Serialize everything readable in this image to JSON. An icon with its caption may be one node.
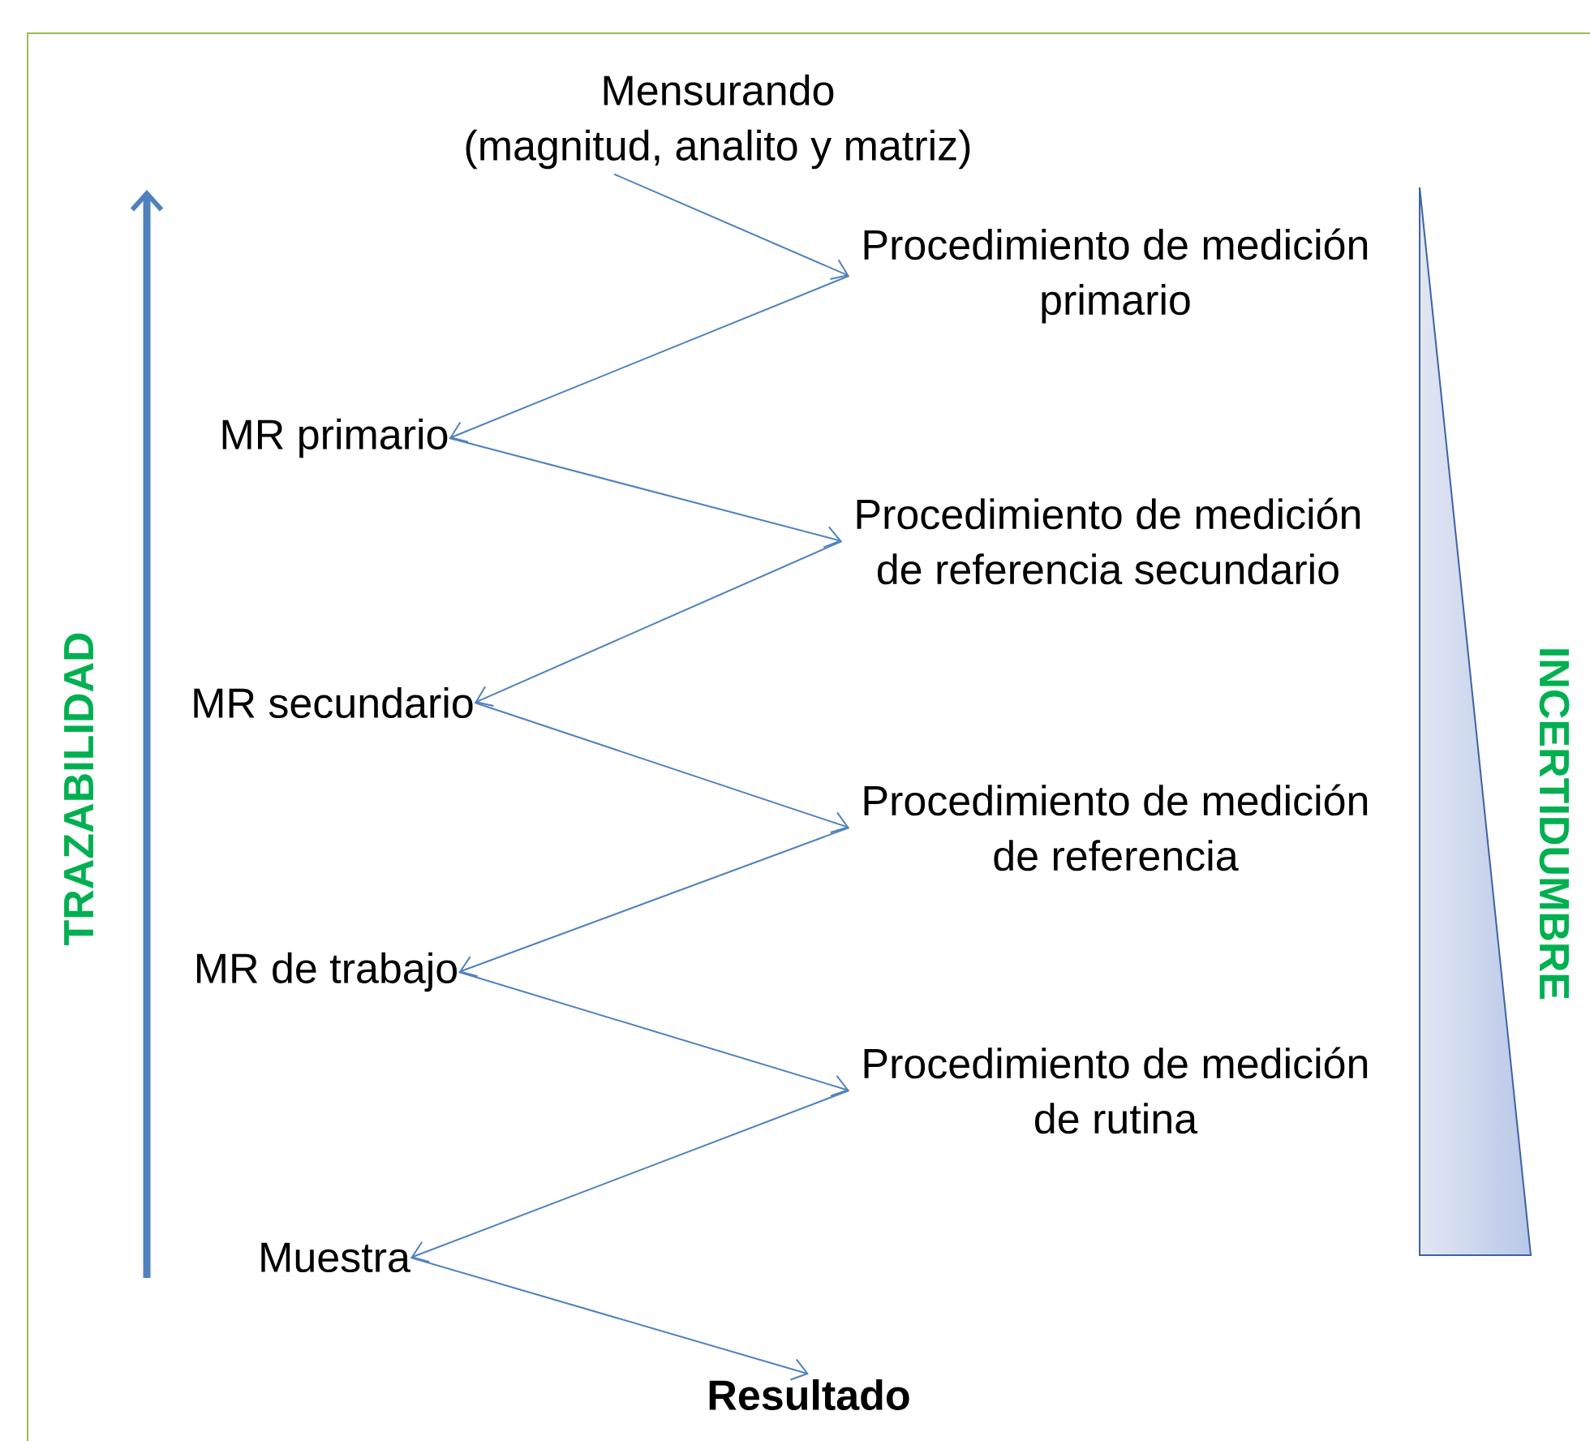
{
  "diagram": {
    "nodes": [
      {
        "text": [
          "Mensurando",
          "(magnitud, analito y matriz)"
        ]
      },
      {
        "text": [
          "Procedimiento de medición primario"
        ]
      },
      {
        "text": [
          "MR primario"
        ]
      },
      {
        "text": [
          "Procedimiento de medición de referencia secundario"
        ]
      },
      {
        "text": [
          "MR secundario"
        ]
      },
      {
        "text": [
          "Procedimiento de medición de referencia"
        ]
      },
      {
        "text": [
          "MR de trabajo"
        ]
      },
      {
        "text": [
          "Procedimiento de medición de rutina"
        ]
      },
      {
        "text": [
          "Muestra"
        ]
      },
      {
        "text": [
          "Resultado"
        ]
      }
    ],
    "edges": [
      {
        "from": 0,
        "to": 1,
        "arrow": "to"
      },
      {
        "from": 1,
        "to": 2,
        "arrow": "to"
      },
      {
        "from": 2,
        "to": 3,
        "arrow": "to"
      },
      {
        "from": 3,
        "to": 4,
        "arrow": "to"
      },
      {
        "from": 4,
        "to": 5,
        "arrow": "to"
      },
      {
        "from": 5,
        "to": 6,
        "arrow": "to"
      },
      {
        "from": 6,
        "to": 7,
        "arrow": "to"
      },
      {
        "from": 7,
        "to": 8,
        "arrow": "to"
      },
      {
        "from": 8,
        "to": 9,
        "arrow": "to"
      }
    ],
    "labels": [
      "TRAZABILIDAD",
      "INCERTIDUMBRE"
    ]
  }
}
